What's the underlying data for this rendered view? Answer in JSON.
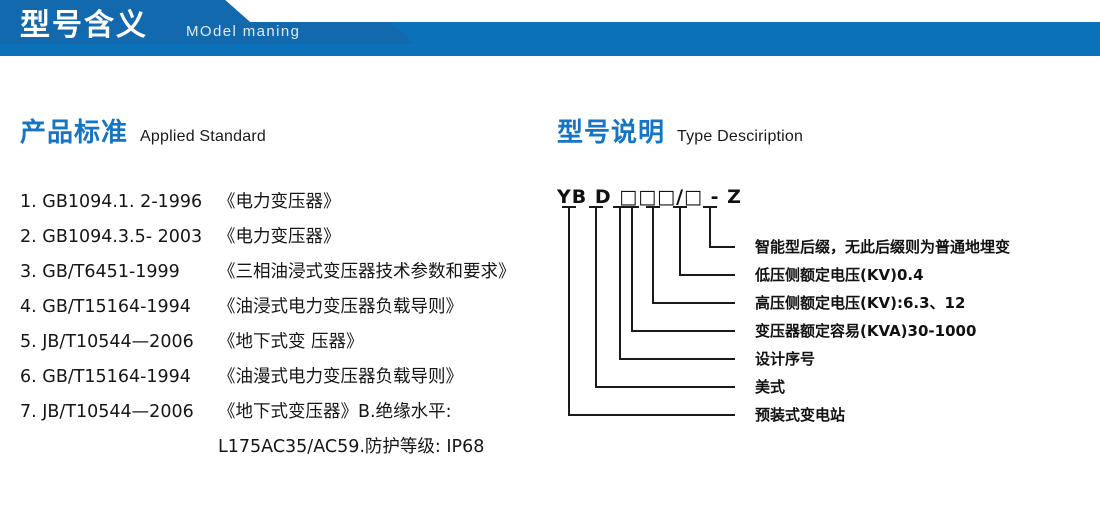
{
  "banner": {
    "title": "型号含义",
    "subtitle": "MOdel maning",
    "color_dark": "#1369AE",
    "color_light": "#0B72BA"
  },
  "sections": {
    "left": {
      "cn": "产品标准",
      "en": "Applied Standard",
      "accent": "#1574c4"
    },
    "right": {
      "cn": "型号说明",
      "en": "Type Desciription",
      "accent": "#1574c4"
    }
  },
  "standards": [
    {
      "code": "1. GB1094.1. 2-1996",
      "name": "《电力变压器》"
    },
    {
      "code": "2. GB1094.3.5- 2003",
      "name": "《电力变压器》"
    },
    {
      "code": "3. GB/T6451-1999",
      "name": "《三相油浸式变压器技术参数和要求》"
    },
    {
      "code": "4. GB/T15164-1994",
      "name": "《油浸式电力变压器负载导则》"
    },
    {
      "code": "5. JB/T10544—2006",
      "name": "《地下式变 压器》"
    },
    {
      "code": "6. GB/T15164-1994",
      "name": "《油漫式电力变压器负载导则》"
    },
    {
      "code": "7. JB/T10544—2006",
      "name": "《地下式变压器》B.绝缘水平:"
    }
  ],
  "standards_continuation": "L175AC35/AC59.防护等级: IP68",
  "model": {
    "code": "YB D □□□/□ - Z",
    "labels": [
      "智能型后缀，无此后缀则为普通地埋变",
      "低压侧额定电压(KV)0.4",
      "高压侧额定电压(KV):6.3、12",
      "变压器额定容易(KVA)30-1000",
      "设计序号",
      "美式",
      "预装式变电站"
    ]
  }
}
